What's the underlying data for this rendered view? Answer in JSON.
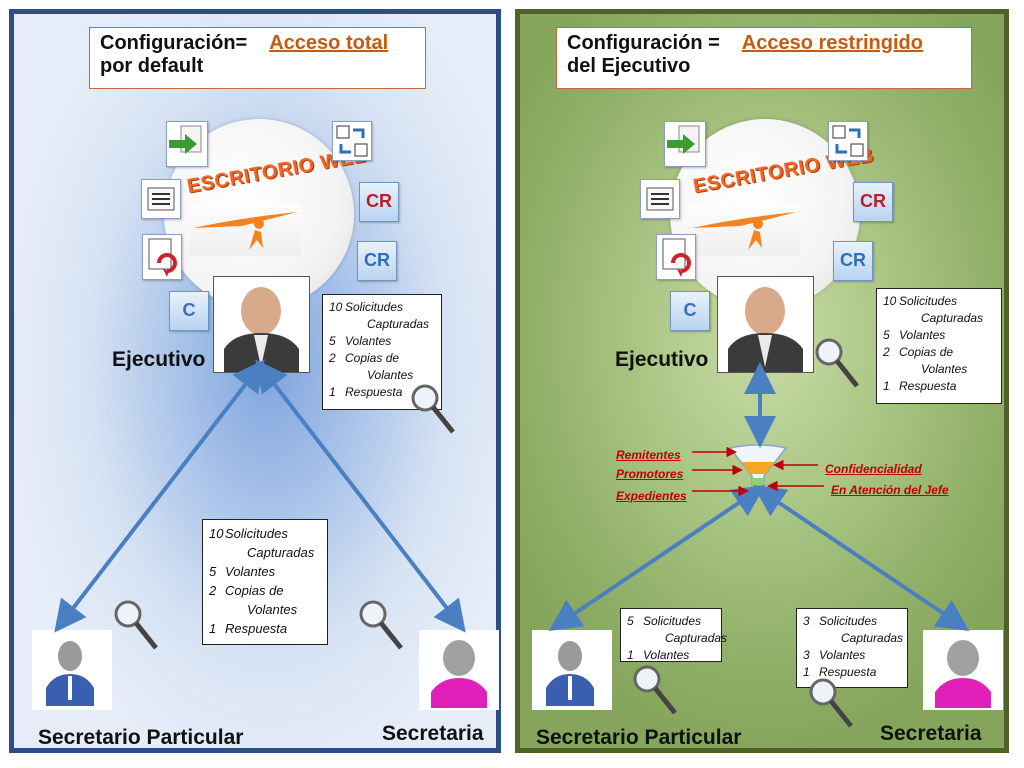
{
  "left": {
    "config_label": "Configuración=",
    "config_value": "Acceso total",
    "config_line2": "por default",
    "escritorio_title": "ESCRITORIO WEB",
    "executive": "Ejecutivo",
    "exec_box": {
      "lines": [
        {
          "num": "10",
          "text": "Solicitudes"
        },
        {
          "num": "",
          "text": "Capturadas"
        },
        {
          "num": "5",
          "text": "Volantes"
        },
        {
          "num": "2",
          "text": "Copias de"
        },
        {
          "num": "",
          "text": "Volantes"
        },
        {
          "num": "1",
          "text": "Respuesta"
        }
      ]
    },
    "shared_box": {
      "lines": [
        {
          "num": "10",
          "text": "Solicitudes"
        },
        {
          "num": "",
          "text": "Capturadas"
        },
        {
          "num": "5",
          "text": "Volantes"
        },
        {
          "num": "2",
          "text": "Copias de"
        },
        {
          "num": "",
          "text": "Volantes"
        },
        {
          "num": "1",
          "text": "Respuesta"
        }
      ]
    },
    "secretario": "Secretario Particular",
    "secretaria": "Secretaria"
  },
  "right": {
    "config_label": "Configuración =",
    "config_value": "Acceso restringido",
    "config_line2": "del Ejecutivo",
    "escritorio_title": "ESCRITORIO WEB",
    "executive": "Ejecutivo",
    "exec_box": {
      "lines": [
        {
          "num": "10",
          "text": "Solicitudes"
        },
        {
          "num": "",
          "text": "Capturadas"
        },
        {
          "num": "5",
          "text": "Volantes"
        },
        {
          "num": "2",
          "text": "Copias de"
        },
        {
          "num": "",
          "text": "Volantes"
        },
        {
          "num": "1",
          "text": "Respuesta"
        }
      ]
    },
    "filters_left": [
      "Remitentes",
      "Promotores",
      "Expedientes"
    ],
    "filters_right": [
      "Confidencialidad",
      "En Atención del Jefe"
    ],
    "secretario_box": {
      "lines": [
        {
          "num": "5",
          "text": "Solicitudes"
        },
        {
          "num": "",
          "text": "Capturadas"
        },
        {
          "num": "1",
          "text": "Volantes"
        }
      ]
    },
    "secretaria_box": {
      "lines": [
        {
          "num": "3",
          "text": "Solicitudes"
        },
        {
          "num": "",
          "text": "Capturadas"
        },
        {
          "num": "3",
          "text": "Volantes"
        },
        {
          "num": "1",
          "text": "Respuesta"
        }
      ]
    },
    "secretario": "Secretario Particular",
    "secretaria": "Secretaria"
  },
  "icons": {
    "cr": "CR",
    "c": "C"
  },
  "colors": {
    "left_border": "#2e4d86",
    "right_border": "#4f6228",
    "accent": "#c55a11",
    "arrow": "#4a7fc1",
    "filter_label": "#c00000"
  }
}
